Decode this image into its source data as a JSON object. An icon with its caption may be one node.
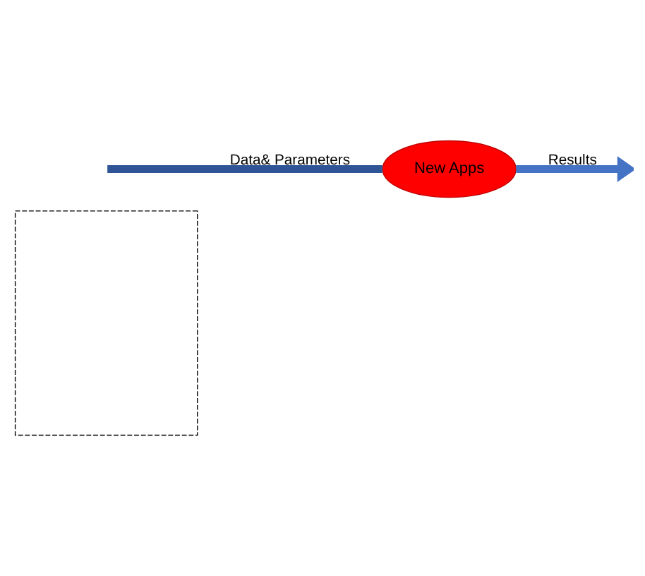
{
  "diagram": {
    "nodes": [
      {
        "text": [],
        "shape": "box"
      },
      {
        "text": [
          "New Apps"
        ]
      }
    ],
    "edges": [
      {
        "from": null,
        "to": 1,
        "label": "Data& Parameters",
        "arrow": "none",
        "color": "#2f5597"
      },
      {
        "from": 1,
        "to": null,
        "label": "Results",
        "arrow": "to",
        "color": "#4472c4"
      }
    ]
  }
}
